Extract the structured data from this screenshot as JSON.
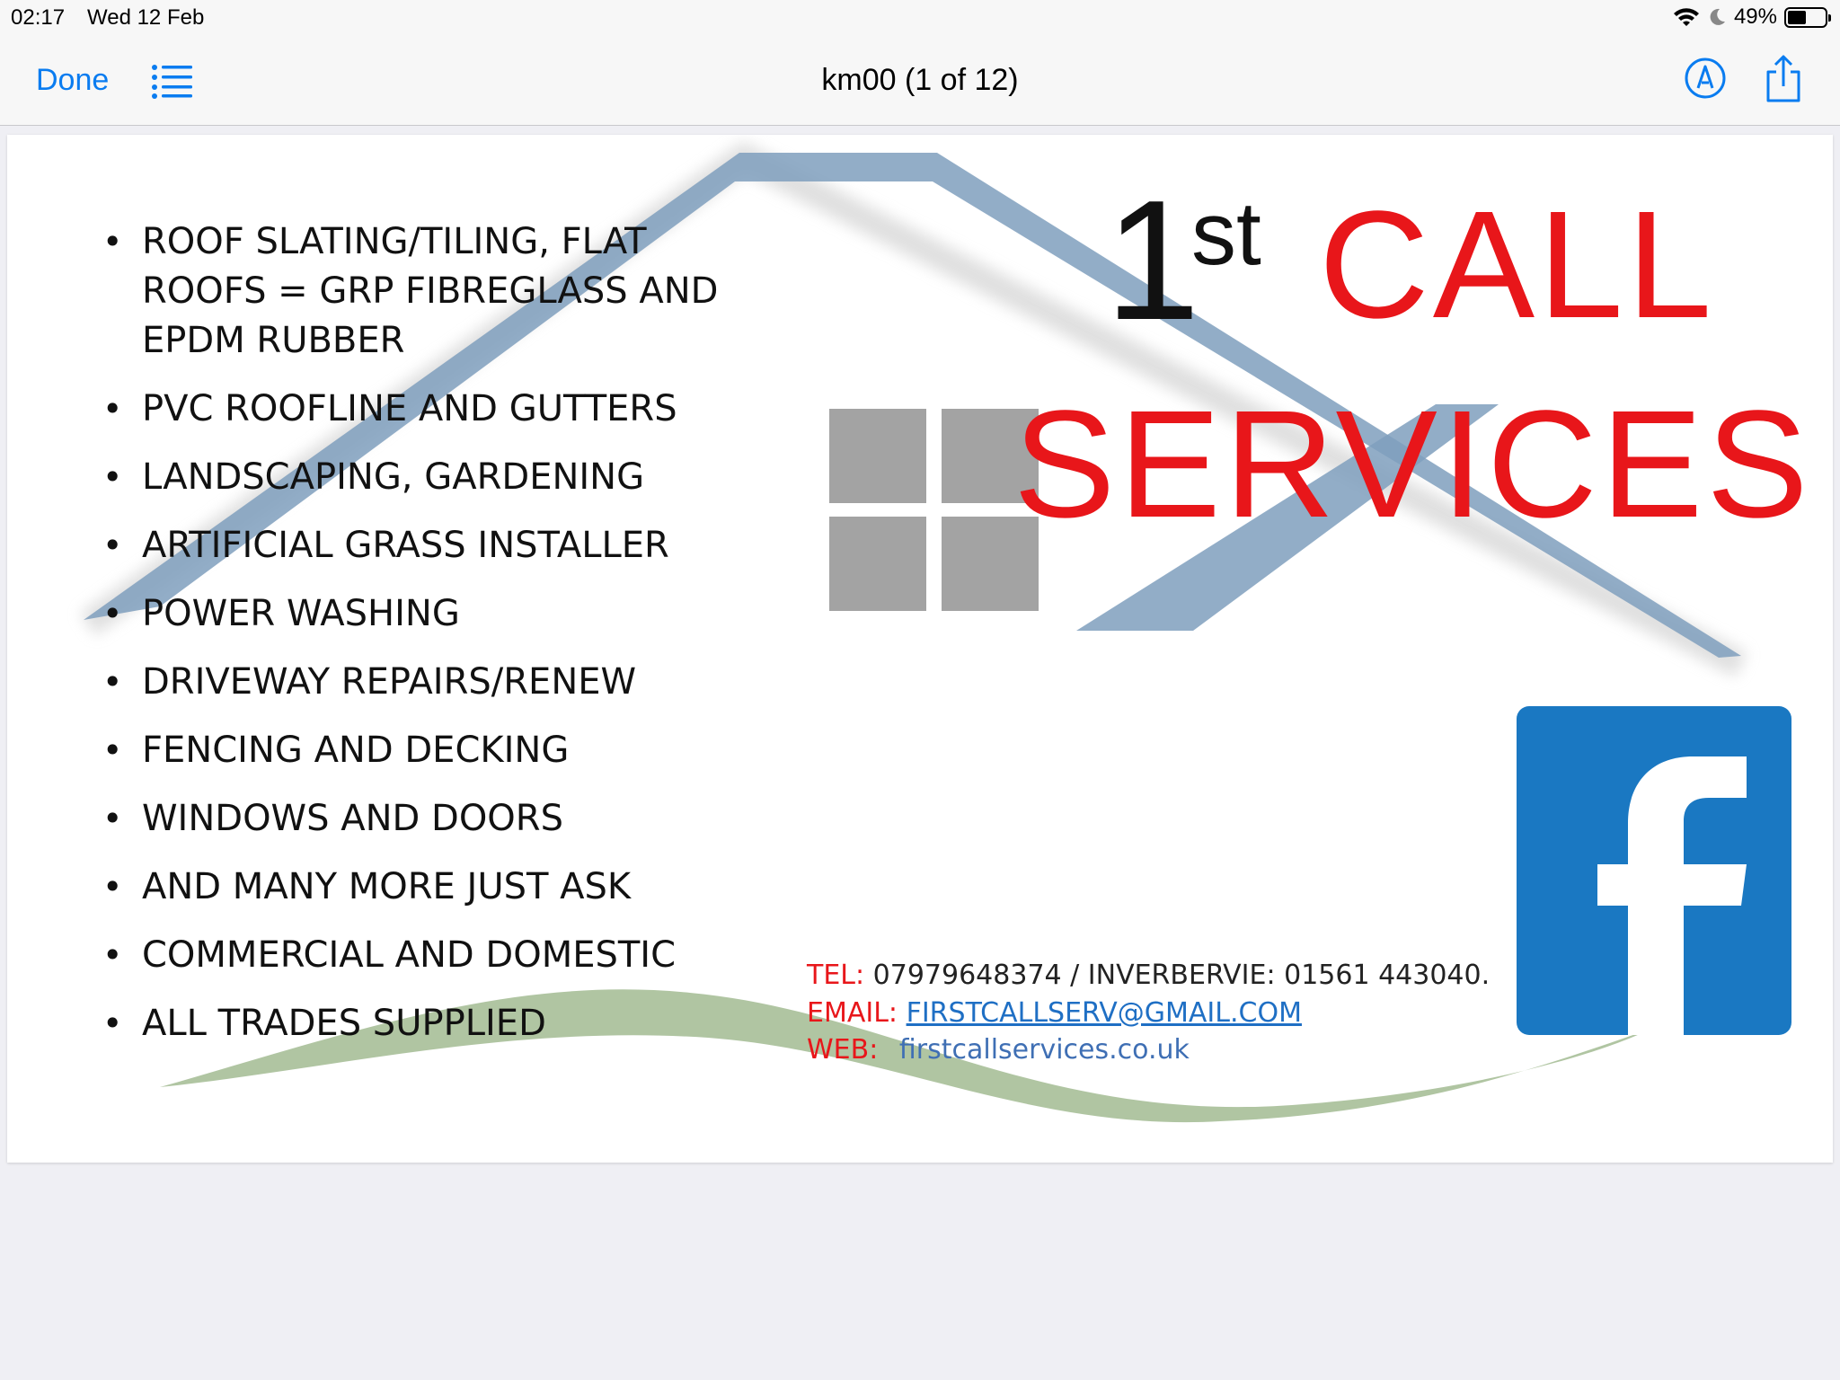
{
  "status_bar": {
    "time": "02:17",
    "date": "Wed 12 Feb",
    "battery_percent": "49%",
    "battery_level": 0.49
  },
  "nav": {
    "done_label": "Done",
    "title": "km00 (1 of 12)",
    "icons": [
      "list-icon",
      "markup-icon",
      "share-icon"
    ]
  },
  "document": {
    "services": [
      "ROOF SLATING/TILING, FLAT ROOFS = GRP FIBREGLASS AND EPDM RUBBER",
      "PVC ROOFLINE AND GUTTERS",
      "LANDSCAPING, GARDENING",
      "ARTIFICIAL GRASS INSTALLER",
      "POWER WASHING",
      "DRIVEWAY REPAIRS/RENEW",
      "FENCING AND DECKING",
      "WINDOWS AND DOORS",
      "AND MANY MORE JUST ASK",
      "COMMERCIAL AND DOMESTIC",
      "ALL TRADES SUPPLIED"
    ],
    "brand": {
      "number": "1",
      "suffix": "st",
      "word1": "CALL",
      "word2": "SERVICES"
    },
    "contact": {
      "tel_label": "TEL:",
      "tel_value": "07979648374 / INVERBERVIE: 01561 443040.",
      "email_label": "EMAIL:",
      "email_value": "FIRSTCALLSERV@GMAIL.COM",
      "web_label": "WEB:",
      "web_value": "firstcallservices.co.uk"
    }
  },
  "colors": {
    "accent_blue": "#0a7cf0",
    "brand_red": "#e8161a",
    "roof_blue": "#7f9fbd",
    "window_gray": "#a3a3a3",
    "wave_green": "#a7bf98",
    "facebook_blue": "#1a78c2"
  }
}
